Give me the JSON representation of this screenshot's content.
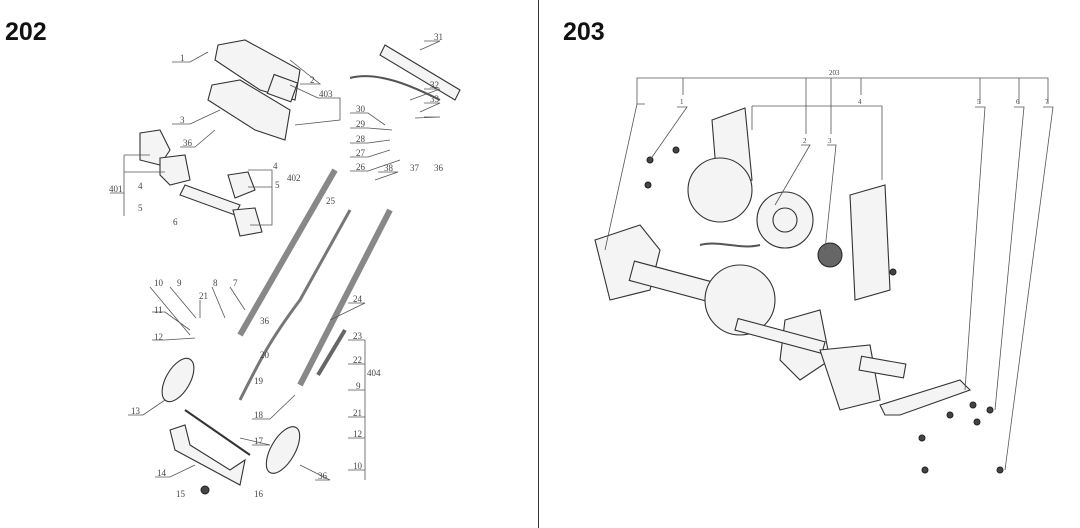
{
  "figures": [
    {
      "title": "202",
      "callouts": [
        "1",
        "2",
        "403",
        "3",
        "36",
        "401",
        "4",
        "5",
        "6",
        "4",
        "5",
        "402",
        "31",
        "32",
        "33",
        "30",
        "29",
        "28",
        "27",
        "26",
        "37",
        "36",
        "38",
        "25",
        "10",
        "9",
        "21",
        "8",
        "7",
        "11",
        "12",
        "36",
        "24",
        "23",
        "22",
        "404",
        "20",
        "19",
        "9",
        "18",
        "21",
        "13",
        "12",
        "17",
        "10",
        "14",
        "36",
        "15",
        "16"
      ]
    },
    {
      "title": "203",
      "callouts": [
        "203",
        "1",
        "2",
        "3",
        "4",
        "5",
        "6",
        "7"
      ]
    }
  ]
}
